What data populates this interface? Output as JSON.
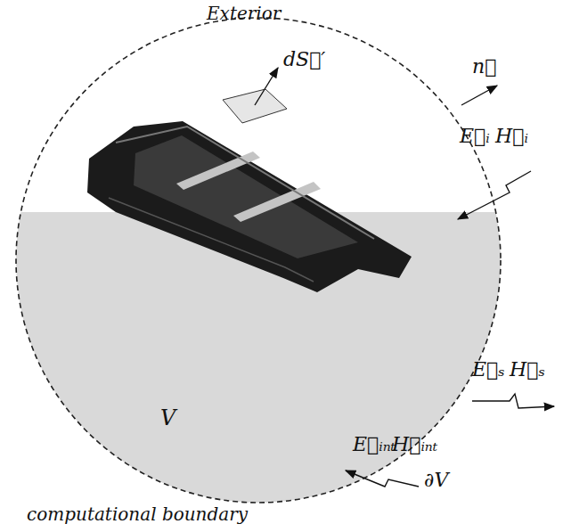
{
  "diagram": {
    "labels": [
      "Exterior",
      "dS⃗′",
      "n⃗",
      "E⃗ᵢ",
      "H⃗ᵢ",
      "E⃗ₛ",
      "H⃗ₛ",
      "E⃗ᵢₙₜ",
      "H⃗ᵢₙₜ",
      "V",
      "∂V",
      "computational boundary"
    ]
  }
}
